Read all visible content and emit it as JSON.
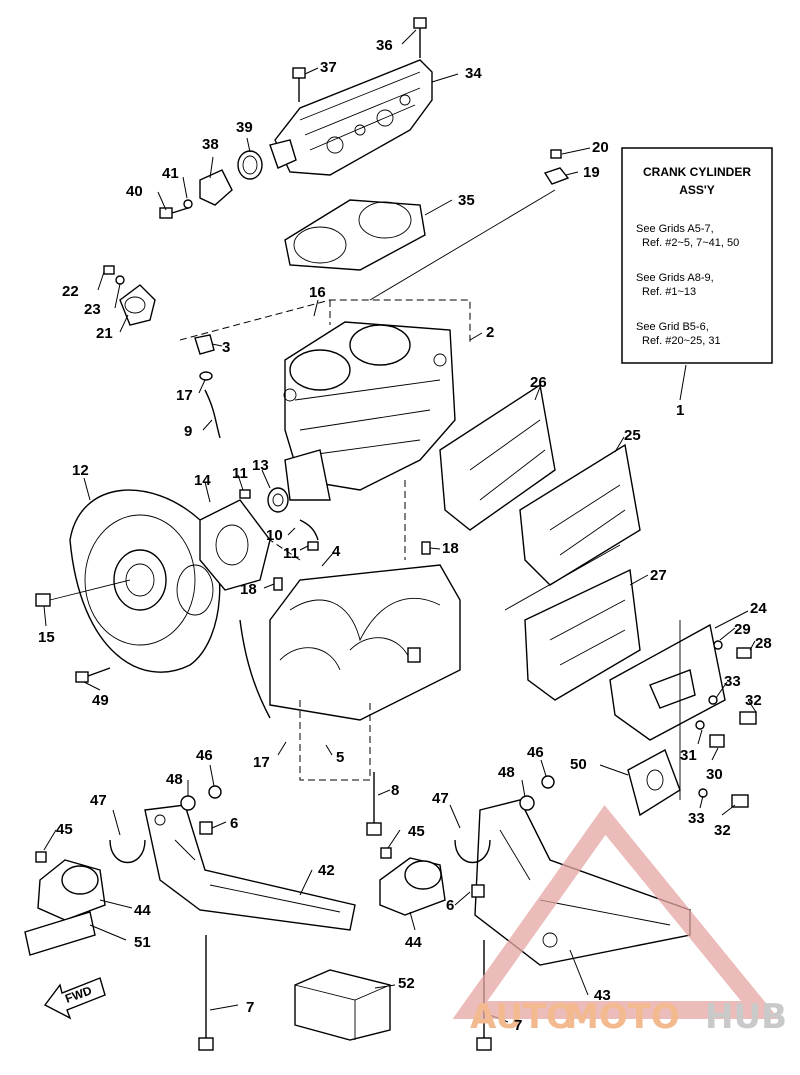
{
  "note": {
    "title_line1": "CRANK CYLINDER",
    "title_line2": "ASS'Y",
    "lines": [
      "See Grids A5-7,",
      "Ref. #2~5, 7~41, 50",
      "See Grids A8-9,",
      "Ref. #1~13",
      "See Grid B5-6,",
      "Ref. #20~25, 31"
    ],
    "pointer_label": "1"
  },
  "fwd_label": "FWD",
  "watermark": {
    "part1": "AUTO",
    "part2": "MOTO",
    "part3": "HUB",
    "color_light": "#f3b98f",
    "color_dark": "#c9c9c9",
    "triangle_color": "#e4a5a2"
  },
  "callouts": [
    "36",
    "37",
    "34",
    "38",
    "39",
    "20",
    "19",
    "40",
    "41",
    "35",
    "22",
    "23",
    "21",
    "16",
    "2",
    "3",
    "17",
    "9",
    "26",
    "25",
    "12",
    "14",
    "11",
    "13",
    "10",
    "11",
    "4",
    "18",
    "18",
    "15",
    "49",
    "27",
    "24",
    "29",
    "28",
    "33",
    "32",
    "31",
    "30",
    "17",
    "5",
    "46",
    "48",
    "6",
    "47",
    "8",
    "45",
    "44",
    "51",
    "42",
    "46",
    "48",
    "50",
    "33",
    "32",
    "47",
    "45",
    "6",
    "44",
    "43",
    "7",
    "52",
    "7"
  ]
}
